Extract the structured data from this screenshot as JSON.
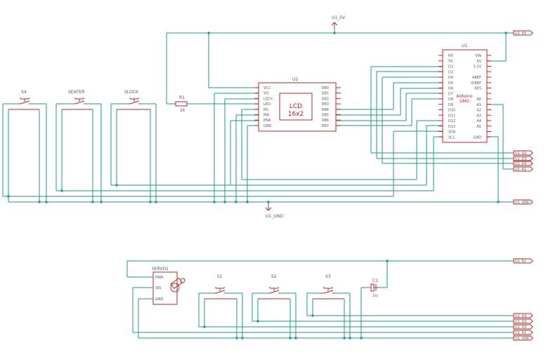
{
  "colors": {
    "wire": "#1a9a86",
    "component": "#b42a2a",
    "label": "#555555",
    "background": "#ffffff"
  },
  "supply": {
    "top_label": "U1_5V",
    "gnd_label": "U1_GND"
  },
  "u2": {
    "name": "U2",
    "title_line1": "LCD",
    "title_line2": "16x2",
    "left_pins": [
      "VCC",
      "VO",
      "LED+",
      "LED-",
      "RS",
      "RW",
      "ENA",
      "GND"
    ],
    "right_pins": [
      "DB0",
      "DB1",
      "DB2",
      "DB3",
      "DB4",
      "DB5",
      "DB6",
      "DB7"
    ]
  },
  "u1": {
    "name": "U1",
    "title_line1": "Arduino",
    "title_line2": "UNO",
    "left_pins": [
      "RX",
      "TX",
      "D2",
      "D3",
      "D4",
      "D5",
      "D6",
      "D7",
      "D8",
      "D9",
      "D10",
      "D11",
      "D12",
      "D13",
      "SDA",
      "SCL"
    ],
    "right_pins": [
      "VIN",
      "5V",
      "3.3V",
      "",
      "AREF",
      "IOREF",
      "RES",
      "",
      "A0",
      "A1",
      "A2",
      "A3",
      "A4",
      "A5",
      "",
      "GND"
    ]
  },
  "r1": {
    "name": "R1",
    "value": "1k"
  },
  "switches": {
    "s4": "S4",
    "senter": "SENTER",
    "slock": "SLOCK",
    "s1": "S1",
    "s2": "S2",
    "s3": "S3"
  },
  "servo": {
    "name": "SERVO1",
    "pins": [
      "PWR",
      "SIG",
      "GND"
    ]
  },
  "c1": {
    "name": "C1",
    "value": "1u"
  },
  "net_labels_top": [
    "U1_5V",
    "U1_D2",
    "U1_D3",
    "U1_D4",
    "U1_A1",
    "U1_GND"
  ],
  "net_labels_bottom": [
    "U1_5V",
    "U1_D4",
    "U1_D3",
    "U1_D2",
    "U1_A1",
    "U1_GND"
  ]
}
